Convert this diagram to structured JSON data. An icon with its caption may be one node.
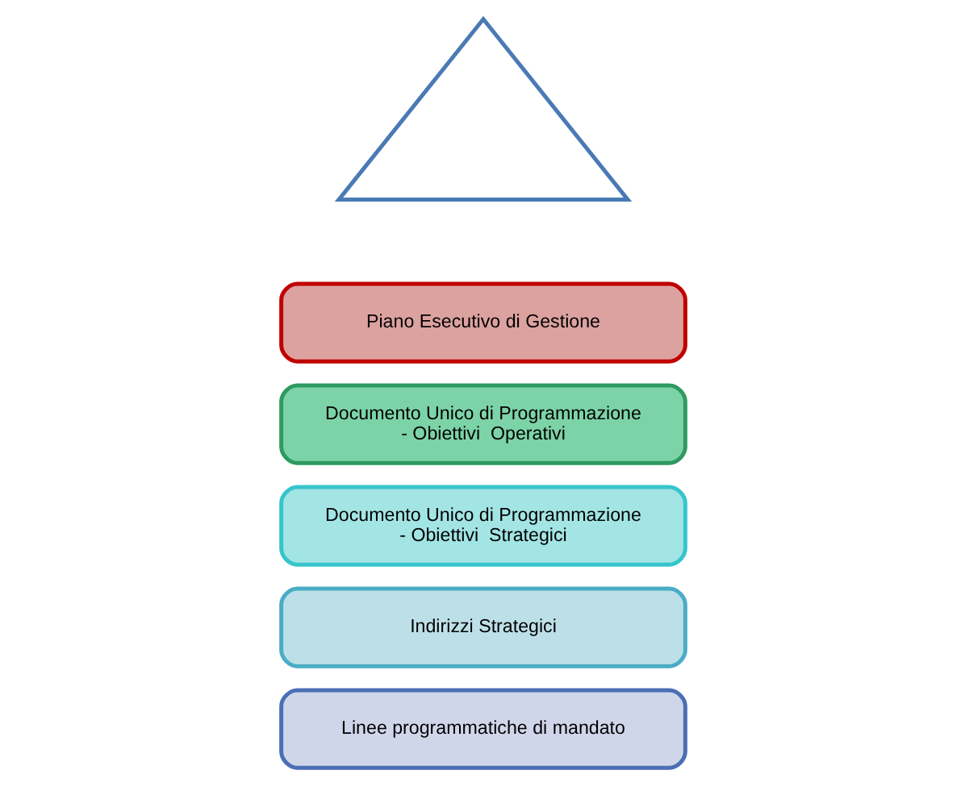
{
  "diagram": {
    "nodes": [
      {
        "text": [
          "Linee programmatiche di mandato"
        ]
      },
      {
        "text": [
          "Indirizzi Strategici"
        ]
      },
      {
        "text": [
          "Documento Unico di Programmazione - Obiettivi  Strategici"
        ]
      },
      {
        "text": [
          "Documento Unico di Programmazione - Obiettivi  Operativi"
        ]
      },
      {
        "text": [
          "Piano Esecutivo di Gestione"
        ]
      },
      {
        "text": [],
        "shape": "triangle"
      }
    ],
    "edges": []
  }
}
